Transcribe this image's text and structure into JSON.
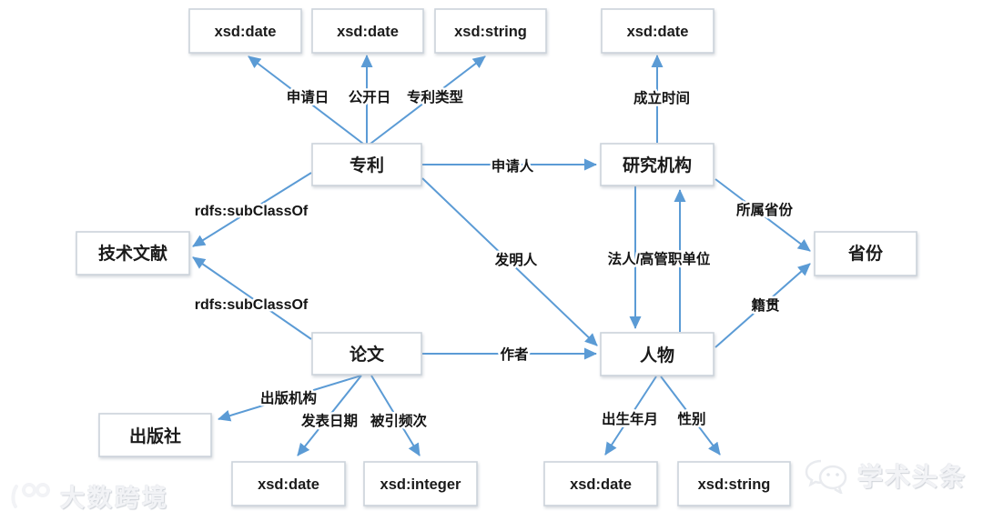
{
  "page": {
    "background": "#ffffff"
  },
  "colors": {
    "arrow": "#5b9bd5",
    "node_border": "#ccd3db",
    "label_text": "#1b1b1b",
    "watermark": "#f2f3f6"
  },
  "nodes": {
    "xsd_date_apply": "xsd:date",
    "xsd_date_publish": "xsd:date",
    "xsd_string_patent_type": "xsd:string",
    "xsd_date_founded": "xsd:date",
    "patent": "专利",
    "research_org": "研究机构",
    "tech_literature": "技术文献",
    "province": "省份",
    "paper": "论文",
    "person": "人物",
    "publisher": "出版社",
    "xsd_date_publish_date": "xsd:date",
    "xsd_integer_citations": "xsd:integer",
    "xsd_date_birth": "xsd:date",
    "xsd_string_gender": "xsd:string"
  },
  "edges": {
    "application_date": "申请日",
    "publication_date": "公开日",
    "patent_type": "专利类型",
    "founding_time": "成立时间",
    "applicant": "申请人",
    "subclass_patent": "rdfs:subClassOf",
    "subclass_paper": "rdfs:subClassOf",
    "inventor": "发明人",
    "legal_rep_unit": "法人/高管职单位",
    "affiliated_province": "所属省份",
    "native_place": "籍贯",
    "author": "作者",
    "publishing_org": "出版机构",
    "publish_date": "发表日期",
    "citation_count": "被引频次",
    "birth_date": "出生年月",
    "gender": "性别"
  },
  "watermarks": {
    "left_brand": "大数跨境",
    "right_brand": "学术头条"
  }
}
